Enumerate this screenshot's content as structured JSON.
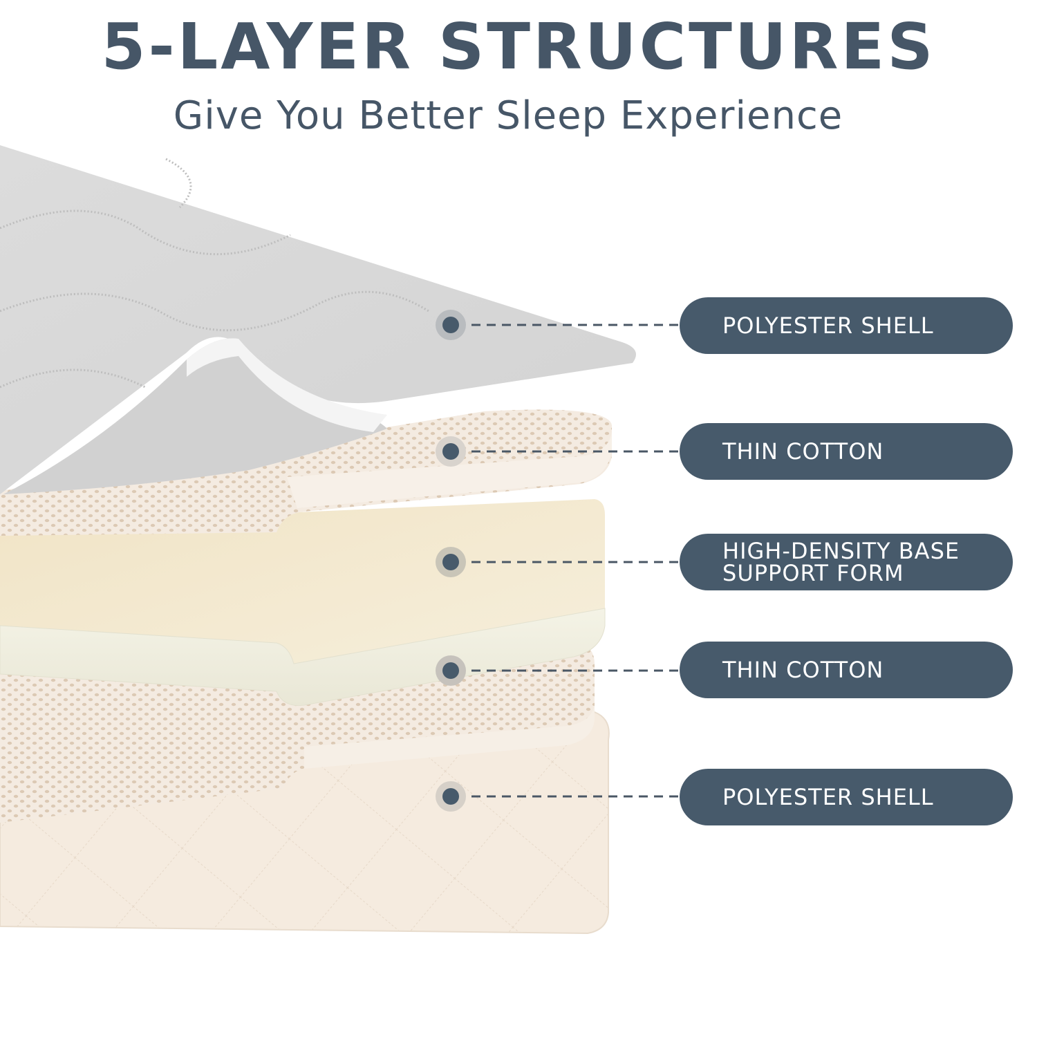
{
  "header": {
    "title": "5-LAYER STRUCTURES",
    "subtitle": "Give You Better Sleep Experience"
  },
  "layers": [
    {
      "label_line1": "POLYESTER SHELL",
      "label_line2": ""
    },
    {
      "label_line1": "THIN COTTON",
      "label_line2": ""
    },
    {
      "label_line1": "HIGH-DENSITY BASE",
      "label_line2": "SUPPORT FORM"
    },
    {
      "label_line1": "THIN COTTON",
      "label_line2": ""
    },
    {
      "label_line1": "POLYESTER SHELL",
      "label_line2": ""
    }
  ],
  "colors": {
    "text_dark": "#465667",
    "pill_bg": "#475a6b",
    "shell_gray": "#d9d9d9",
    "cotton_cream": "#f4ebe1",
    "foam_ivory": "#f3ead6",
    "bottom_shell": "#f5ebdf"
  }
}
